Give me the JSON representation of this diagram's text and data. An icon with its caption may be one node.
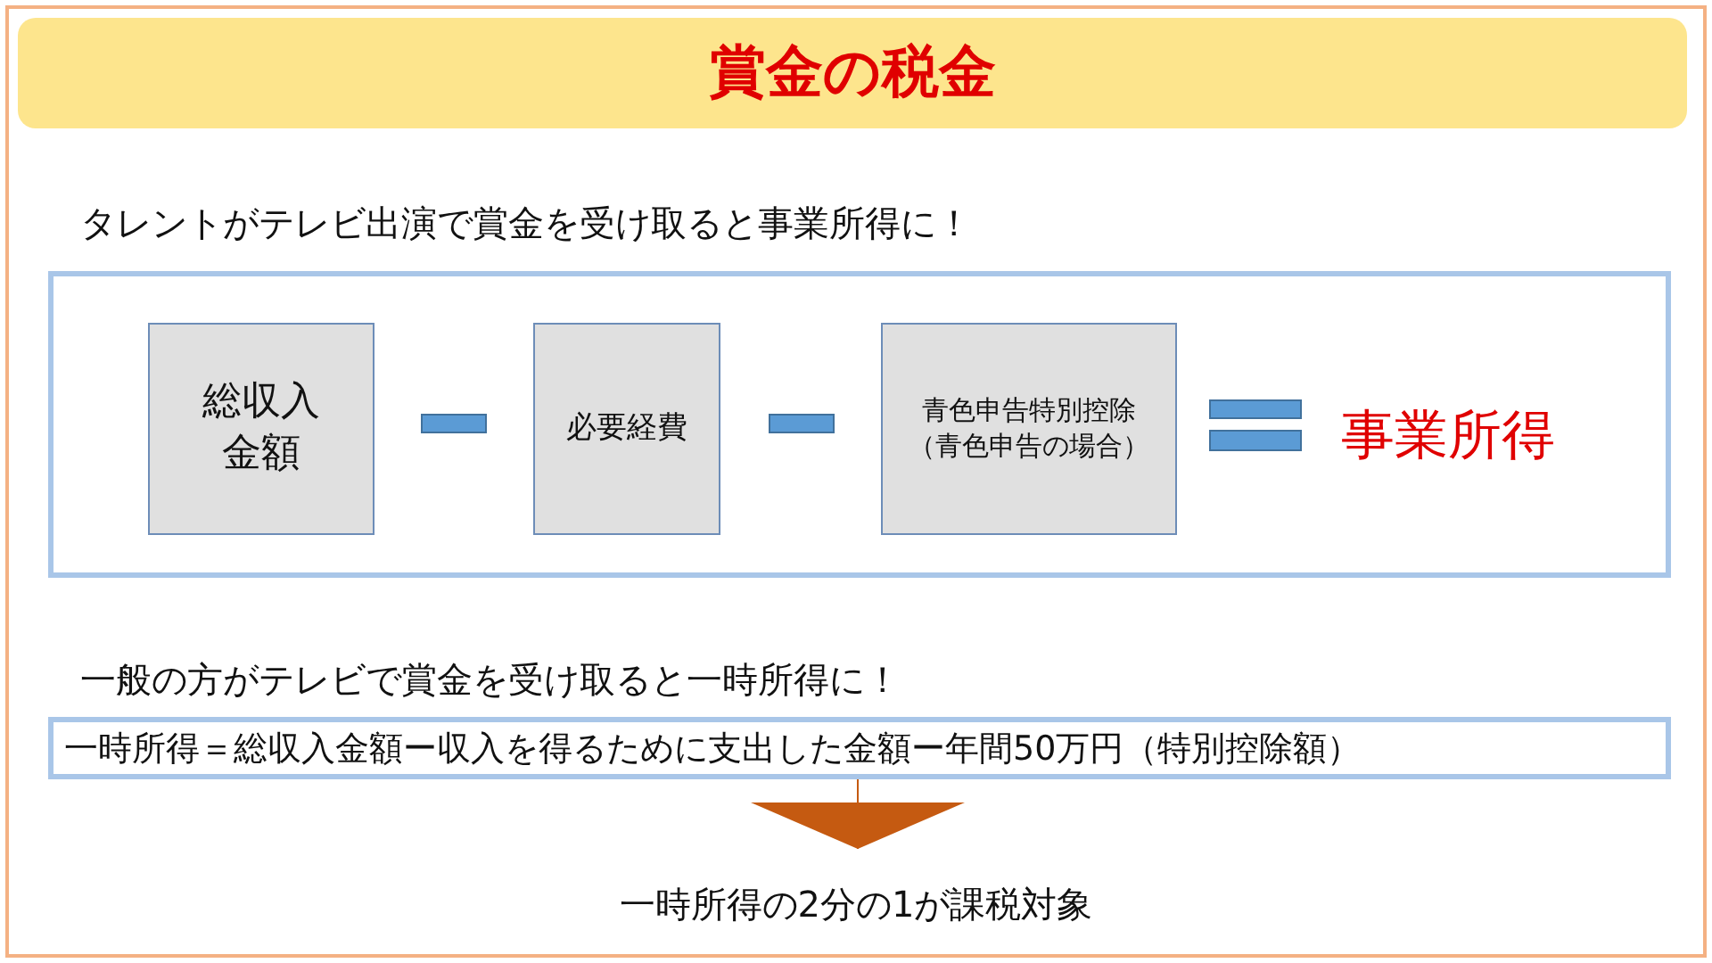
{
  "diagram": {
    "title": "賞金の税金",
    "nodes": [
      {
        "text": [],
        "shape": "box"
      },
      {
        "text": [
          "総収入金額"
        ],
        "in": 0
      },
      {
        "text": [
          "必要経費"
        ],
        "in": 0
      },
      {
        "text": [
          "青色申告特別控除",
          "（青色申告の場合）"
        ],
        "in": 0
      },
      {
        "text": [
          "一時所得＝総収入金額ー収入を得るために支出した金額ー年間50万円（特別控除額）"
        ]
      },
      {
        "text": [
          "一時所得の2分の1が課税対象"
        ]
      }
    ],
    "edges": [
      {
        "from": 4,
        "to": 5,
        "arrow": "to"
      }
    ],
    "labels": [
      "タレントがテレビ出演で賞金を受け取ると事業所得に！",
      "事業所得",
      "一般の方がテレビで賞金を受け取ると一時所得に！"
    ]
  }
}
